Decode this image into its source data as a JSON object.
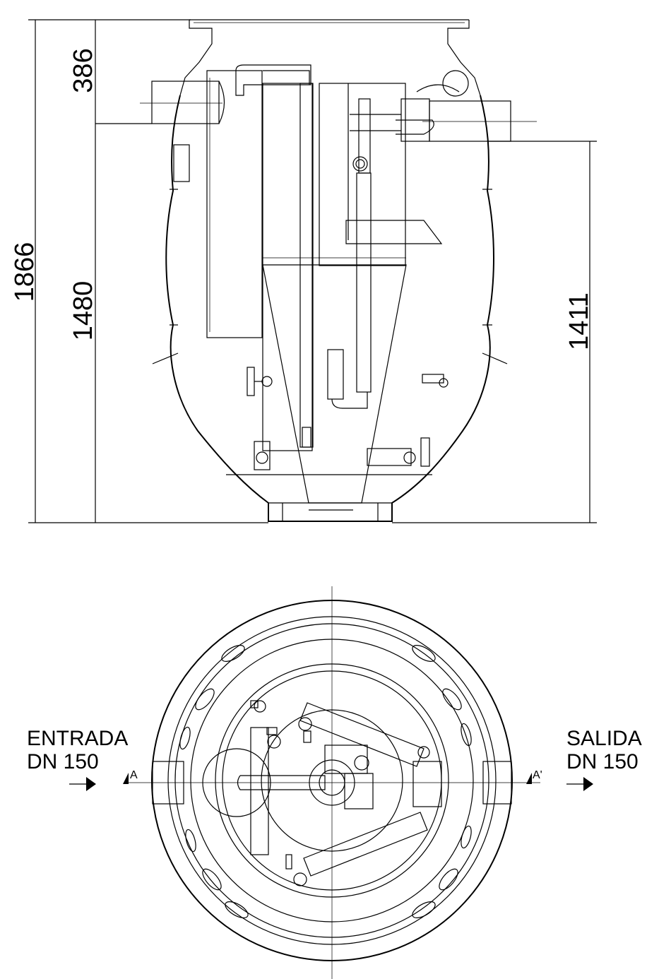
{
  "dimensions": {
    "total_height": "1866",
    "inlet_depth": "386",
    "inlet_to_base": "1480",
    "outlet_to_base": "1411"
  },
  "inlet": {
    "line1": "ENTRADA",
    "line2": "DN 150"
  },
  "outlet": {
    "line1": "SALIDA",
    "line2": "DN 150"
  },
  "section_marks": {
    "left": "A",
    "right": "A'"
  }
}
